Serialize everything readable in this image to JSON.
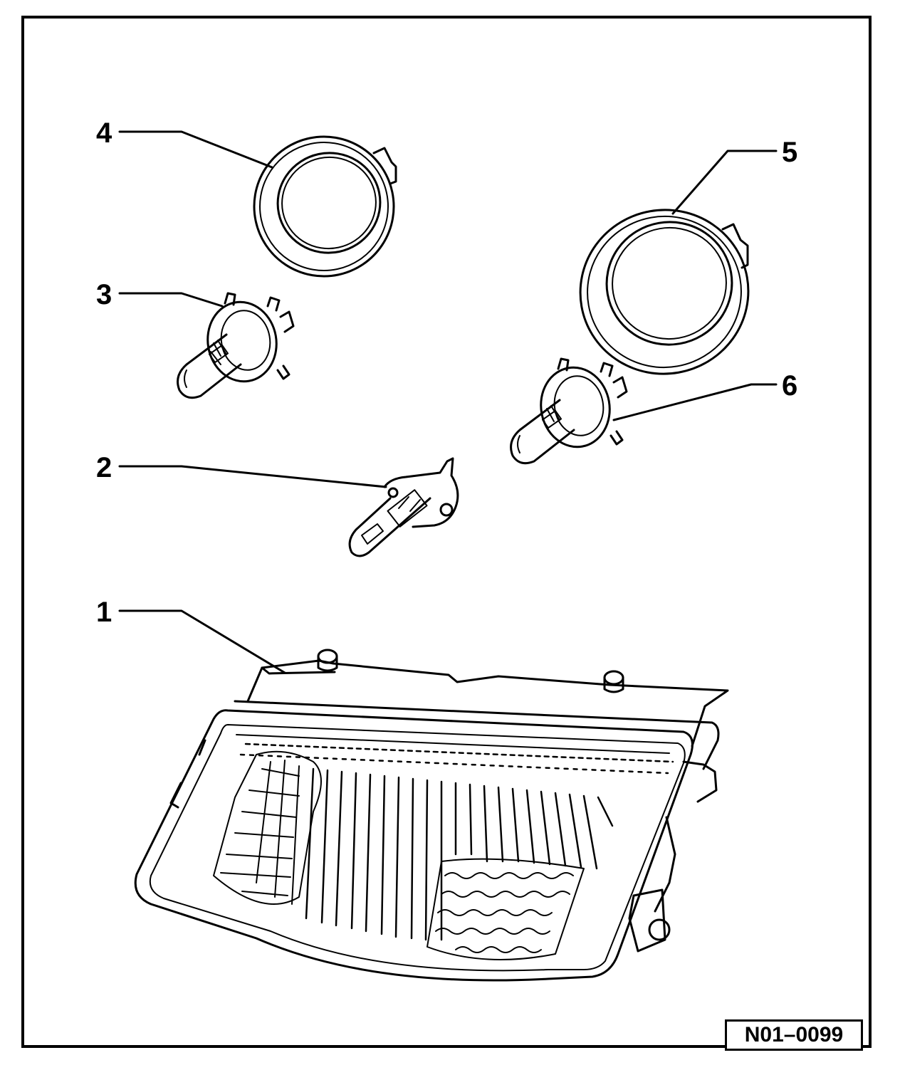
{
  "callouts": [
    {
      "id": "1",
      "label": "1"
    },
    {
      "id": "2",
      "label": "2"
    },
    {
      "id": "3",
      "label": "3"
    },
    {
      "id": "4",
      "label": "4"
    },
    {
      "id": "5",
      "label": "5"
    },
    {
      "id": "6",
      "label": "6"
    }
  ],
  "figure_ref": "N01–0099",
  "colors": {
    "ink": "#000000",
    "paper": "#ffffff"
  }
}
